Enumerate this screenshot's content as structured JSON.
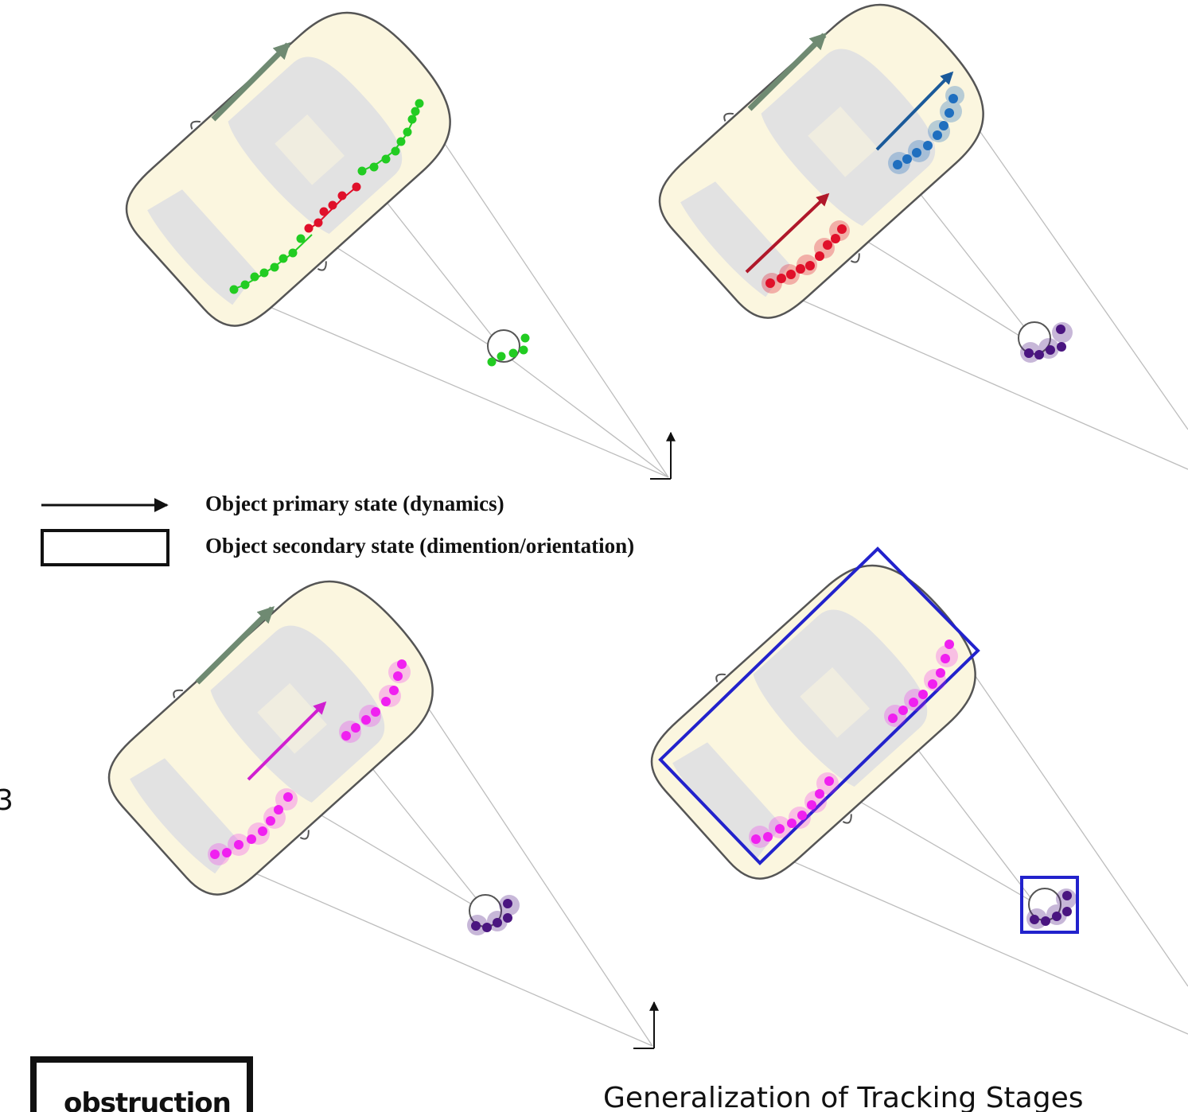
{
  "legend": {
    "primary_label": "Object primary state (dynamics)",
    "secondary_label": "Object secondary state (dimention/orientation)"
  },
  "caption": "Generalization of Tracking Stages",
  "obstruction_label": "obstruction",
  "edge_fragment": "3",
  "colors": {
    "car_body": "#fbf6df",
    "car_glass": "#e2e2e2",
    "car_outline": "#555555",
    "ray": "#bdbdbd",
    "motion_arrow": "#6f8a72",
    "points_green": "#22cc22",
    "points_red": "#e0102a",
    "points_blue": "#1f6fbf",
    "points_magenta": "#f020f0",
    "points_purple": "#4a1580",
    "box": "#2222cc",
    "arrow_red": "#b0182a",
    "arrow_blue": "#1a5a9a",
    "arrow_magenta": "#d020d0"
  },
  "panels": [
    {
      "id": "top-left",
      "stage": "raw-measurements",
      "point_groups": [
        "green",
        "red"
      ]
    },
    {
      "id": "top-right",
      "stage": "clustered-with-primary-state",
      "point_groups": [
        "red",
        "blue",
        "purple"
      ]
    },
    {
      "id": "bottom-left",
      "stage": "merged-cluster-with-primary-state",
      "point_groups": [
        "magenta",
        "purple"
      ]
    },
    {
      "id": "bottom-right",
      "stage": "secondary-state-boxes",
      "point_groups": [
        "magenta",
        "purple"
      ]
    }
  ]
}
